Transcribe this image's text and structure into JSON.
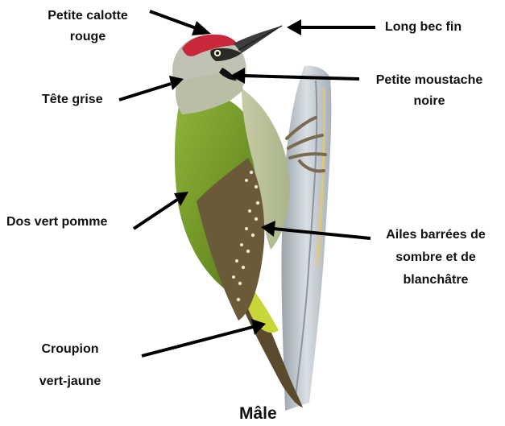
{
  "labels": {
    "calotte": [
      "Petite calotte",
      "rouge"
    ],
    "bec": "Long bec fin",
    "tete": "Tête grise",
    "moustache": [
      "Petite moustache",
      "noire"
    ],
    "dos": "Dos vert pomme",
    "ailes": [
      "Ailes barrées de",
      "sombre et de",
      "blanchâtre"
    ],
    "croupion": [
      "Croupion",
      "vert-jaune"
    ]
  },
  "caption": "Mâle",
  "colors": {
    "cap": "#c8283a",
    "back": "#7fa02c",
    "head": "#bfc3b4",
    "rump": "#c8d63a",
    "wing": "#6b5a38",
    "bark": "#c4cbd1",
    "arrow": "#000000"
  }
}
